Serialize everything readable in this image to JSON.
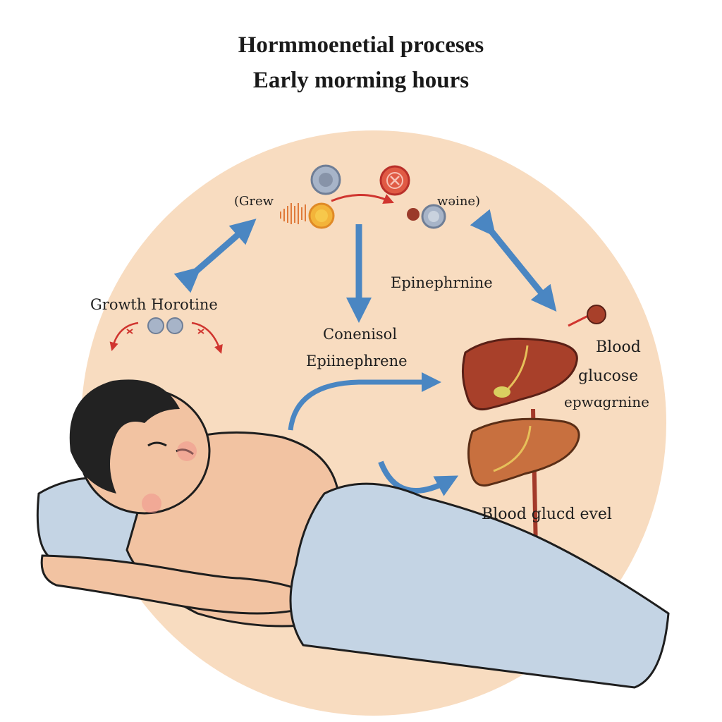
{
  "title": {
    "line1": "Hormmoenetial proceses",
    "line2": "Early morming hours"
  },
  "labels": {
    "grew": "(Grew",
    "weine": "wəine)",
    "epinephrnine": "Epinephrnine",
    "growth_horotine": "Growth Horotine",
    "conenisol": "Conenisol",
    "epiinephrene": "Epiinephrene",
    "blood": "Blood",
    "glucose": "glucose",
    "epwagrnine": "epwɑgrnine",
    "blood_glucd_evel": "Blood glucd evel"
  },
  "colors": {
    "background_circle": "#f8dcc0",
    "blue_arrow": "#4a86c2",
    "red_arrow": "#d0352f",
    "liver_dark": "#a8402a",
    "liver_light": "#c8703f",
    "blanket": "#c4d4e4",
    "skin": "#f2c3a2",
    "hair": "#222222"
  },
  "icons": [
    "hormone-molecule-icon",
    "blocked-x-icon",
    "liver-icon",
    "sleeping-person-illustration"
  ]
}
